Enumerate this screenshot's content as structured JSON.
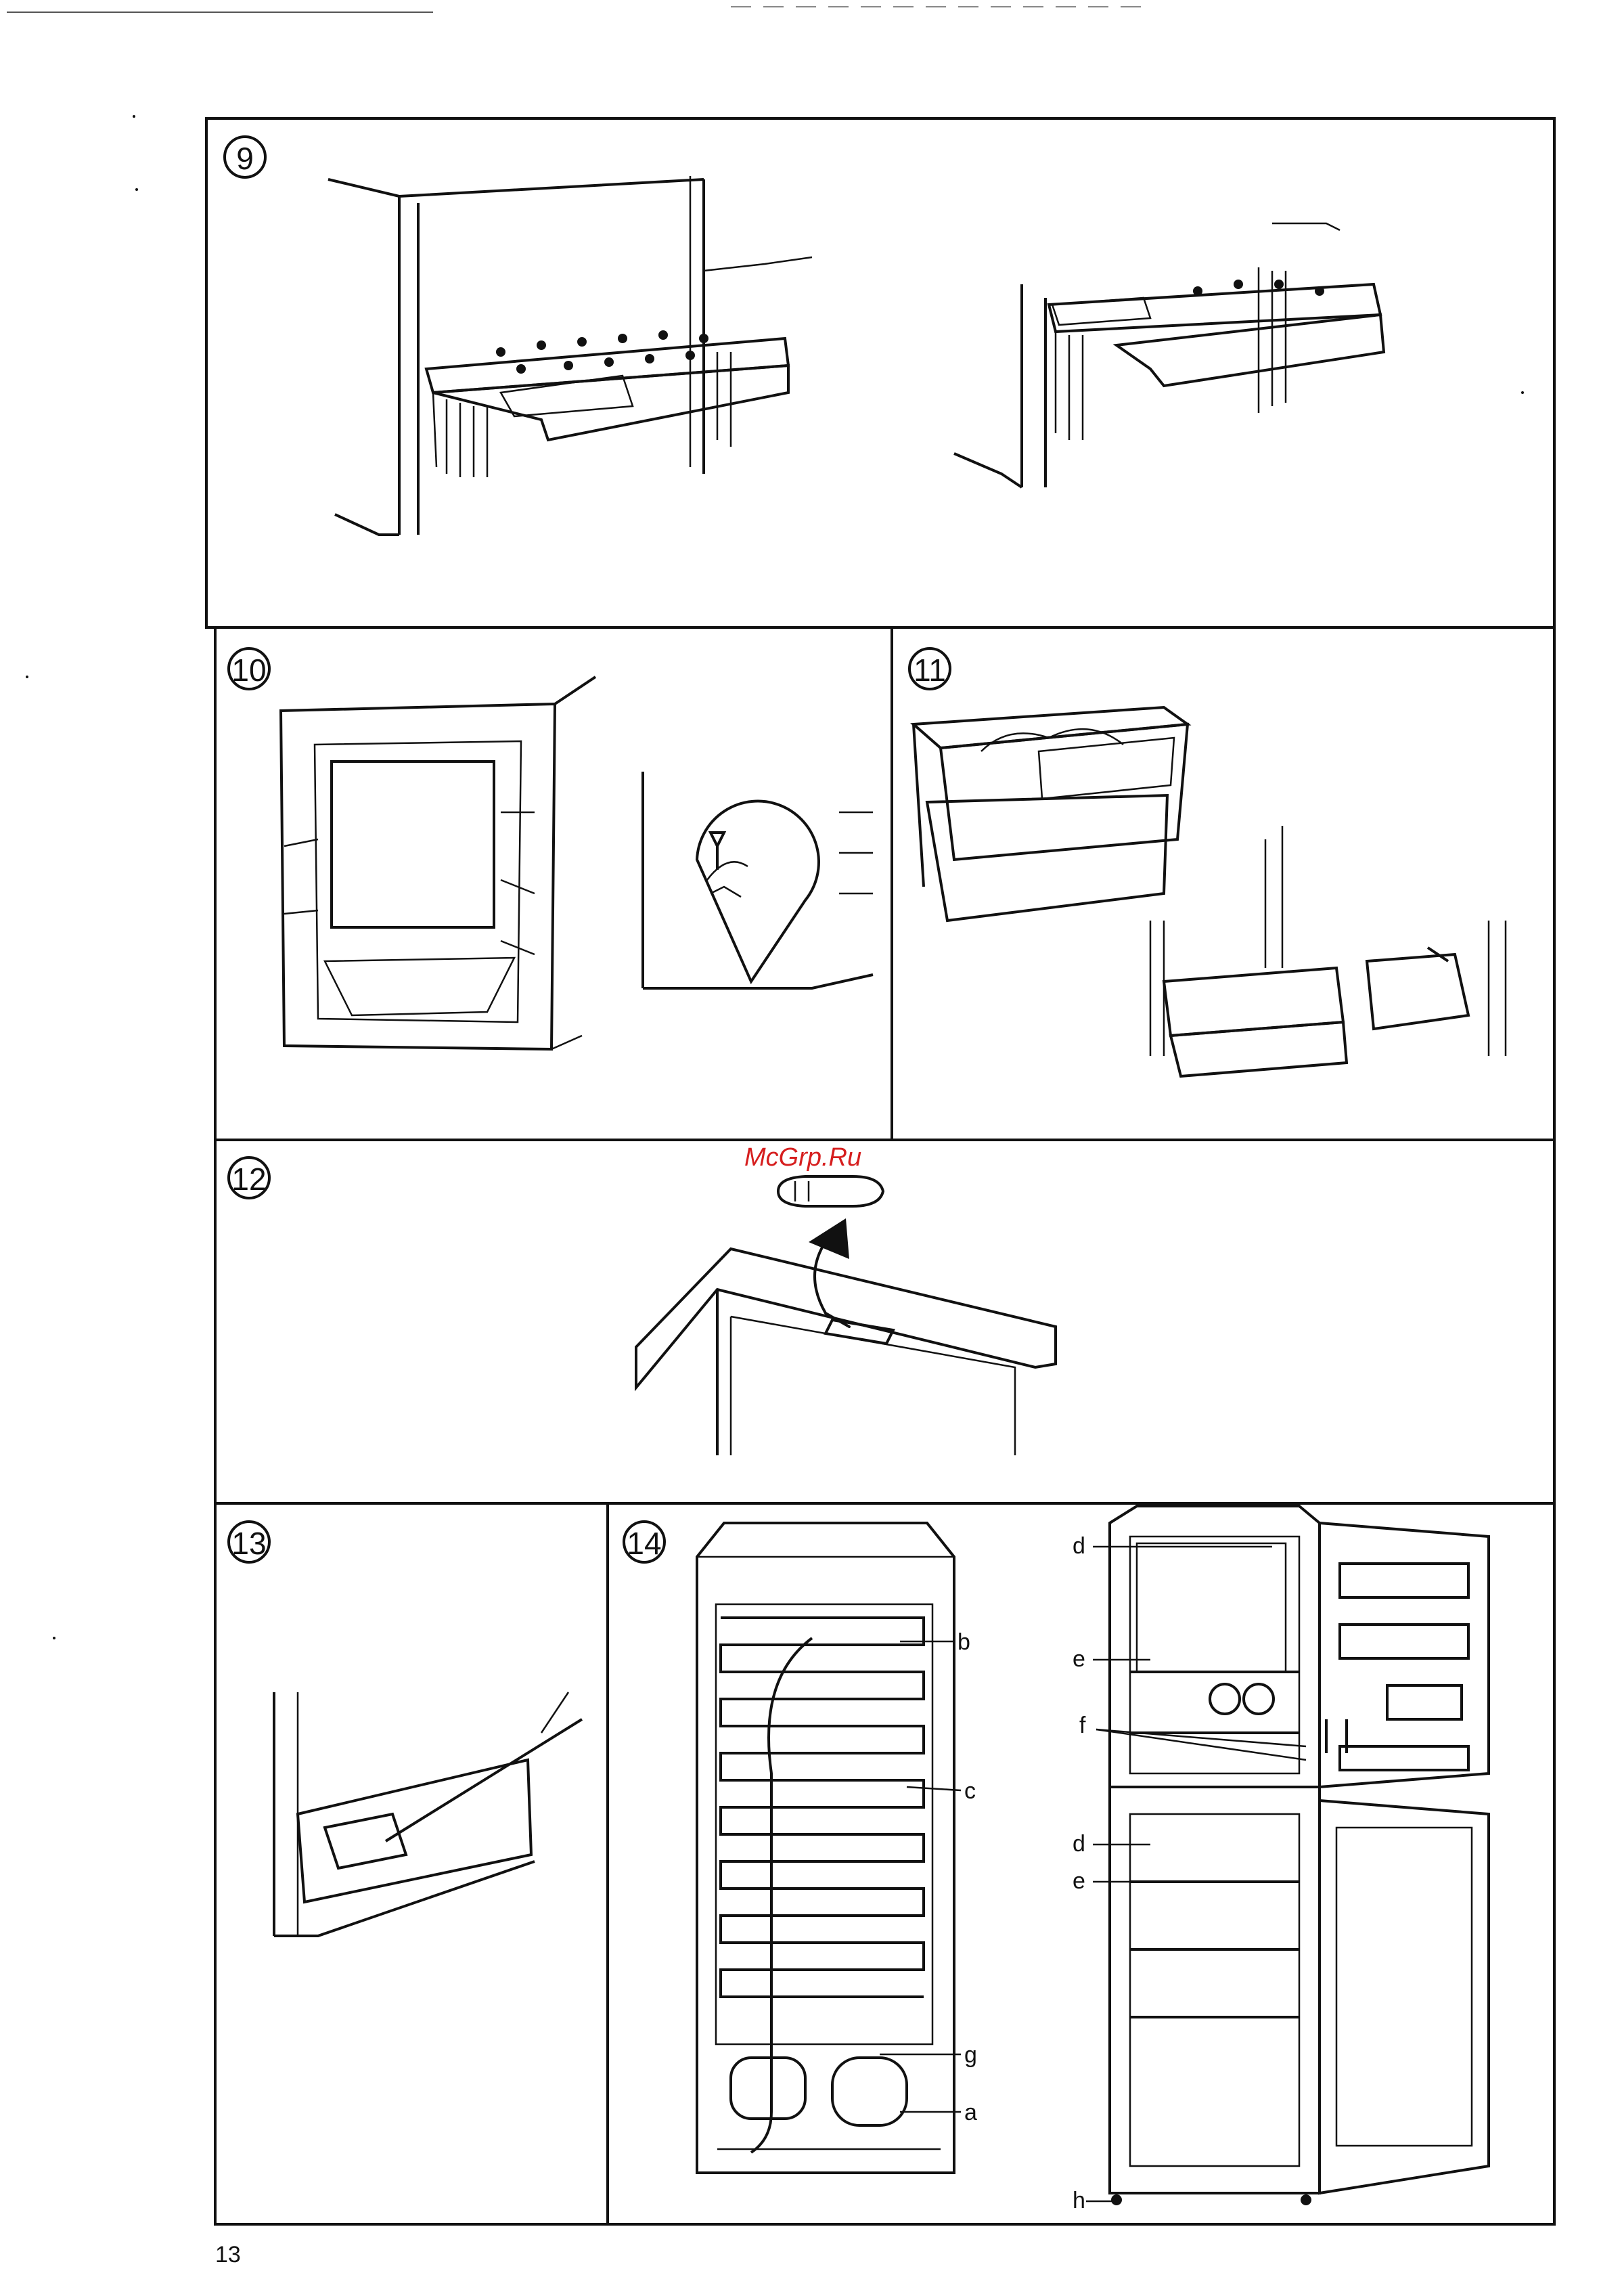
{
  "figures": [
    {
      "id": "fig9",
      "number": "9"
    },
    {
      "id": "fig10",
      "number": "10"
    },
    {
      "id": "fig11",
      "number": "11"
    },
    {
      "id": "fig12",
      "number": "12"
    },
    {
      "id": "fig13",
      "number": "13"
    },
    {
      "id": "fig14",
      "number": "14"
    }
  ],
  "fig14_back_labels": [
    "b",
    "c",
    "g",
    "a"
  ],
  "fig14_front_labels": [
    "d",
    "e",
    "f",
    "d",
    "e",
    "h"
  ],
  "watermark": "McGrp.Ru",
  "page_number": "13"
}
